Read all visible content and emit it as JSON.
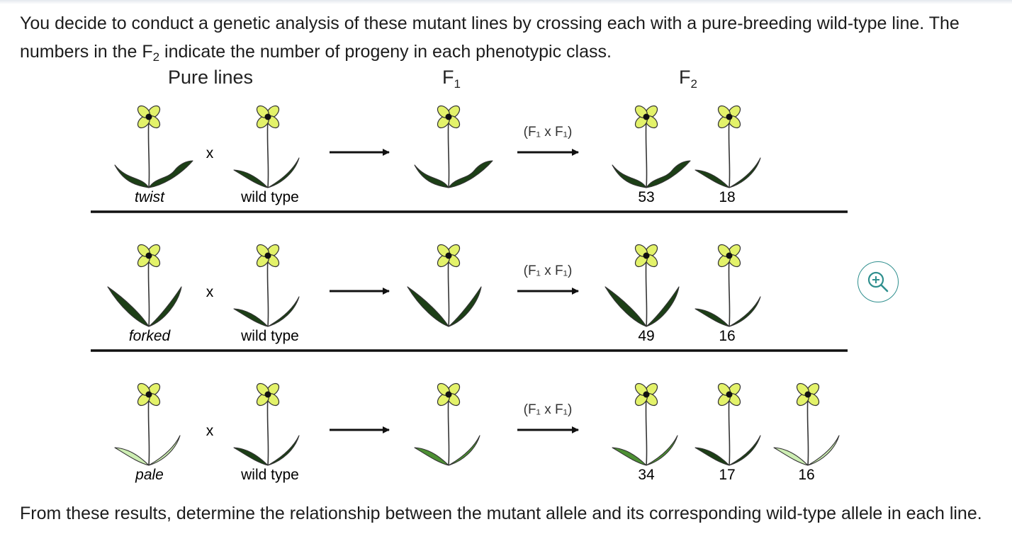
{
  "intro": {
    "part1": "You decide to conduct a genetic analysis of these mutant lines by crossing each with a pure-breeding wild-type line. The numbers in the F",
    "sub": "2",
    "part2": " indicate the number of progeny in each phenotypic class."
  },
  "headers": {
    "pure_lines": "Pure lines",
    "f1_main": "F",
    "f1_sub": "1",
    "f2_main": "F",
    "f2_sub": "2"
  },
  "cross_symbol": "x",
  "selfing_label": "(F₁ x F₁)",
  "rows": [
    {
      "mutant": "twist",
      "wild": "wild type",
      "counts": [
        "53",
        "18"
      ]
    },
    {
      "mutant": "forked",
      "wild": "wild type",
      "counts": [
        "49",
        "16"
      ]
    },
    {
      "mutant": "pale",
      "wild": "wild type",
      "counts": [
        "34",
        "17",
        "16"
      ]
    }
  ],
  "outro": "From these results, determine the relationship between the mutant allele and its corresponding wild-type allele in each line.",
  "colors": {
    "petal": "#e3f26a",
    "leaf_dark": "#1c3f16",
    "leaf_medium": "#4c8f33",
    "leaf_pale": "#cdeeb3",
    "divider": "#111111",
    "zoom_accent": "#2f8f8e"
  },
  "zoom_icon": "zoom-in-icon"
}
